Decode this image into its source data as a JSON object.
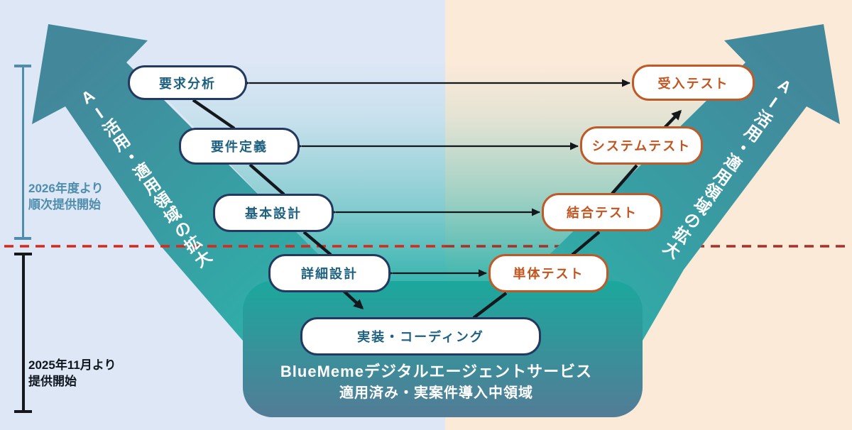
{
  "arrows": {
    "left_label": "AI活用・適用領域の拡大",
    "right_label": "AI活用・適用領域の拡大"
  },
  "phases": {
    "req_analysis": "要求分析",
    "req_definition": "要件定義",
    "basic_design": "基本設計",
    "detail_design": "詳細設計",
    "implementation": "実装・コーディング"
  },
  "tests": {
    "unit": "単体テスト",
    "integration": "結合テスト",
    "system": "システムテスト",
    "acceptance": "受入テスト"
  },
  "timeline": {
    "fy2026": {
      "line1": "2026年度より",
      "line2": "順次提供開始"
    },
    "nov2025": {
      "line1": "2025年11月より",
      "line2": "提供開始"
    }
  },
  "service_area": {
    "line1": "BlueMemeデジタルエージェントサービス",
    "line2": "適用済み・実案件導入中領域"
  },
  "colors": {
    "bg_left": "#dde7f6",
    "bg_right": "#fcead9",
    "phase_border": "#24395f",
    "phase_text": "#1e6180",
    "test_border": "#bf5a28",
    "test_text": "#c2551f",
    "arrow_teal_dark": "#43879b",
    "arrow_teal_bright": "#2cb5ab",
    "container_top": "#1ba89d",
    "container_bottom": "#537c97",
    "bracket_2026": "#4e8dac",
    "bracket_2025": "#14181d",
    "dashed_line_left": "#d8281c",
    "dashed_line_right": "#a93029",
    "connector": "#14181d"
  }
}
